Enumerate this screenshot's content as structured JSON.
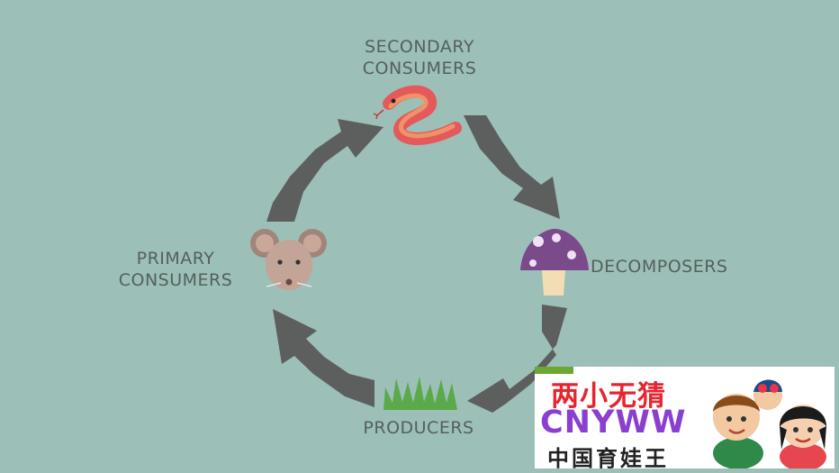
{
  "diagram": {
    "nodes": {
      "secondary_consumers": {
        "line1": "SECONDARY",
        "line2": "CONSUMERS",
        "icon": "snake-icon"
      },
      "decomposers": {
        "line1": "DECOMPOSERS",
        "icon": "mushroom-icon"
      },
      "producers": {
        "line1": "PRODUCERS",
        "icon": "grass-icon"
      },
      "primary_consumers": {
        "line1": "PRIMARY",
        "line2": "CONSUMERS",
        "icon": "mouse-icon"
      }
    },
    "cycle_order": [
      "secondary_consumers",
      "decomposers",
      "producers",
      "primary_consumers"
    ]
  },
  "watermark": {
    "line1": "两小无猜",
    "line2": "CNYWW",
    "line3": "中国育娃王",
    "icon": "cartoon-children-logo"
  },
  "colors": {
    "background": "#9cbfb8",
    "arrow": "#5d5f5f",
    "label_text": "#55605d"
  }
}
